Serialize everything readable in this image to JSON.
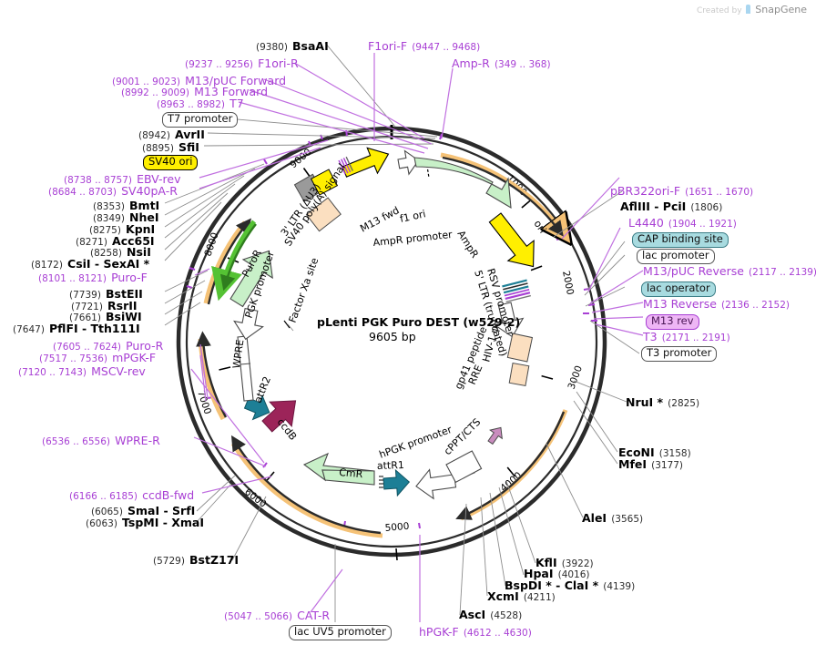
{
  "watermark": {
    "prefix": "Created by",
    "brand": "SnapGene"
  },
  "plasmid": {
    "name": "pLenti PGK Puro DEST (w529-2)",
    "size": "9605 bp"
  },
  "ruler_ticks": [
    "1000",
    "2000",
    "3000",
    "4000",
    "5000",
    "6000",
    "7000",
    "8000",
    "9000"
  ],
  "features": [
    {
      "name": "M13 fwd"
    },
    {
      "name": "f1 ori"
    },
    {
      "name": "AmpR promoter"
    },
    {
      "name": "AmpR"
    },
    {
      "name": "ori"
    },
    {
      "name": "RSV promoter"
    },
    {
      "name": "5' LTR (truncated)"
    },
    {
      "name": "HIV-1 ψ"
    },
    {
      "name": "RRE"
    },
    {
      "name": "gp41 peptide"
    },
    {
      "name": "cPPT/CTS"
    },
    {
      "name": "hPGK promoter"
    },
    {
      "name": "attR1"
    },
    {
      "name": "CmR"
    },
    {
      "name": "ccdB"
    },
    {
      "name": "attR2"
    },
    {
      "name": "WPRE"
    },
    {
      "name": "PGK promoter"
    },
    {
      "name": "PuroR"
    },
    {
      "name": "3' LTR (ΔU3)"
    },
    {
      "name": "SV40 poly(A) signal"
    },
    {
      "name": "Factor Xa site"
    }
  ],
  "labels": {
    "enzymes": [
      {
        "pos": "(9380)",
        "name": "BsaAI"
      },
      {
        "pos": "(8942)",
        "name": "AvrII"
      },
      {
        "pos": "(8895)",
        "name": "SfiI"
      },
      {
        "pos": "(8353)",
        "name": "BmtI"
      },
      {
        "pos": "(8349)",
        "name": "NheI"
      },
      {
        "pos": "(8275)",
        "name": "KpnI"
      },
      {
        "pos": "(8271)",
        "name": "Acc65I"
      },
      {
        "pos": "(8258)",
        "name": "NsiI"
      },
      {
        "pos": "(8172)",
        "name": "CsiI  - SexAI *"
      },
      {
        "pos": "(7739)",
        "name": "BstEII"
      },
      {
        "pos": "(7721)",
        "name": "RsrII"
      },
      {
        "pos": "(7661)",
        "name": "BsiWI"
      },
      {
        "pos": "(7647)",
        "name": "PflFI  - Tth111I"
      },
      {
        "pos": "(6065)",
        "name": "SmaI  - SrfI"
      },
      {
        "pos": "(6063)",
        "name": "TspMI  - XmaI"
      },
      {
        "pos": "(5729)",
        "name": "BstZ17I"
      },
      {
        "pos": "(4528)",
        "name": "AscI"
      },
      {
        "pos": "(4211)",
        "name": "XcmI"
      },
      {
        "pos": "(4139)",
        "name": "BspDI * - ClaI *"
      },
      {
        "pos": "(4016)",
        "name": "HpaI"
      },
      {
        "pos": "(3922)",
        "name": "KflI"
      },
      {
        "pos": "(3565)",
        "name": "AleI"
      },
      {
        "pos": "(3177)",
        "name": "MfeI"
      },
      {
        "pos": "(3158)",
        "name": "EcoNI"
      },
      {
        "pos": "(2825)",
        "name": "NruI *"
      },
      {
        "pos": "(1806)",
        "name": "AflIII  - PciI"
      }
    ],
    "primers": [
      {
        "pos": "(9237 .. 9256)",
        "name": "F1ori-R"
      },
      {
        "pos": "(9001 .. 9023)",
        "name": "M13/pUC Forward"
      },
      {
        "pos": "(8992 .. 9009)",
        "name": "M13 Forward"
      },
      {
        "pos": "(8963 .. 8982)",
        "name": "T7"
      },
      {
        "pos": "(9447 .. 9468)",
        "name": "F1ori-F"
      },
      {
        "pos": "(349 .. 368)",
        "name": "Amp-R"
      },
      {
        "pos": "(8738 .. 8757)",
        "name": "EBV-rev"
      },
      {
        "pos": "(8684 .. 8703)",
        "name": "SV40pA-R"
      },
      {
        "pos": "(8101 .. 8121)",
        "name": "Puro-F"
      },
      {
        "pos": "(7605 .. 7624)",
        "name": "Puro-R"
      },
      {
        "pos": "(7517 .. 7536)",
        "name": "mPGK-F"
      },
      {
        "pos": "(7120 .. 7143)",
        "name": "MSCV-rev"
      },
      {
        "pos": "(6536 .. 6556)",
        "name": "WPRE-R"
      },
      {
        "pos": "(6166 .. 6185)",
        "name": "ccdB-fwd"
      },
      {
        "pos": "(5047 .. 5066)",
        "name": "CAT-R"
      },
      {
        "pos": "(4612 .. 4630)",
        "name": "hPGK-F"
      },
      {
        "pos": "(1651 .. 1670)",
        "name": "pBR322ori-F"
      },
      {
        "pos": "(1904 .. 1921)",
        "name": "L4440"
      },
      {
        "pos": "(2117 .. 2139)",
        "name": "M13/pUC Reverse"
      },
      {
        "pos": "(2136 .. 2152)",
        "name": "M13 Reverse"
      },
      {
        "pos": "(2171 .. 2191)",
        "name": "T3"
      }
    ],
    "boxed": [
      {
        "name": "T7 promoter",
        "style": "plain"
      },
      {
        "name": "SV40 ori",
        "style": "yellow"
      },
      {
        "name": "CAP binding site",
        "style": "teal"
      },
      {
        "name": "lac promoter",
        "style": "plain"
      },
      {
        "name": "lac operator",
        "style": "teal"
      },
      {
        "name": "M13 rev",
        "style": "purple"
      },
      {
        "name": "T3 promoter",
        "style": "plain"
      },
      {
        "name": "lac UV5 promoter",
        "style": "plain"
      }
    ]
  },
  "colors": {
    "primer": "#a83fd4",
    "backbone": "#2b2b2b",
    "ampR_fill": "#c8f0c8",
    "puroR_fill": "#c8f0c8",
    "cmR_fill": "#c8f0c8",
    "ori_fill": "#ffef00",
    "m13fwd_fill": "#ffef00",
    "ccdb_fill": "#9c2459",
    "attr_fill": "#1d7f96",
    "ltr_fill": "#fbdfc0",
    "orange_arrow": "#f5c277",
    "green_arrow": "#55c234",
    "gray_box": "#9a9a9a"
  }
}
